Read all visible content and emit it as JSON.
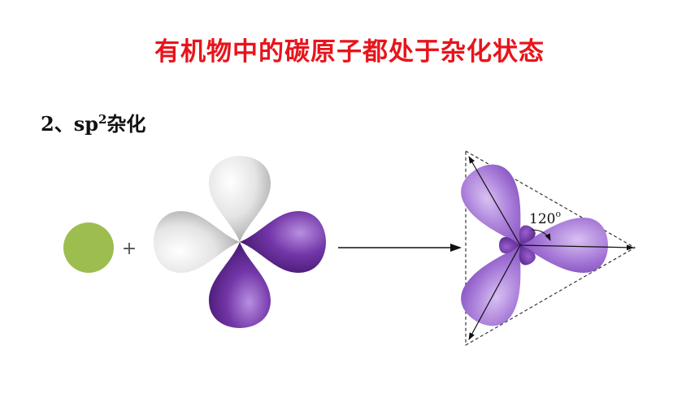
{
  "title": "有机物中的碳原子都处于杂化状态",
  "section": {
    "number": "2、",
    "prefix": "sp",
    "superscript": "2",
    "suffix": "杂化"
  },
  "diagram": {
    "plus_sign": "+",
    "angle_value": "120",
    "angle_unit": "o",
    "colors": {
      "s_orbital": "#9dbd4f",
      "p_lobe_white": "#e6e6e6",
      "p_lobe_purple": "#6a2d96",
      "hybrid_lobe": "#a97ad9",
      "arrow": "#111111"
    }
  }
}
